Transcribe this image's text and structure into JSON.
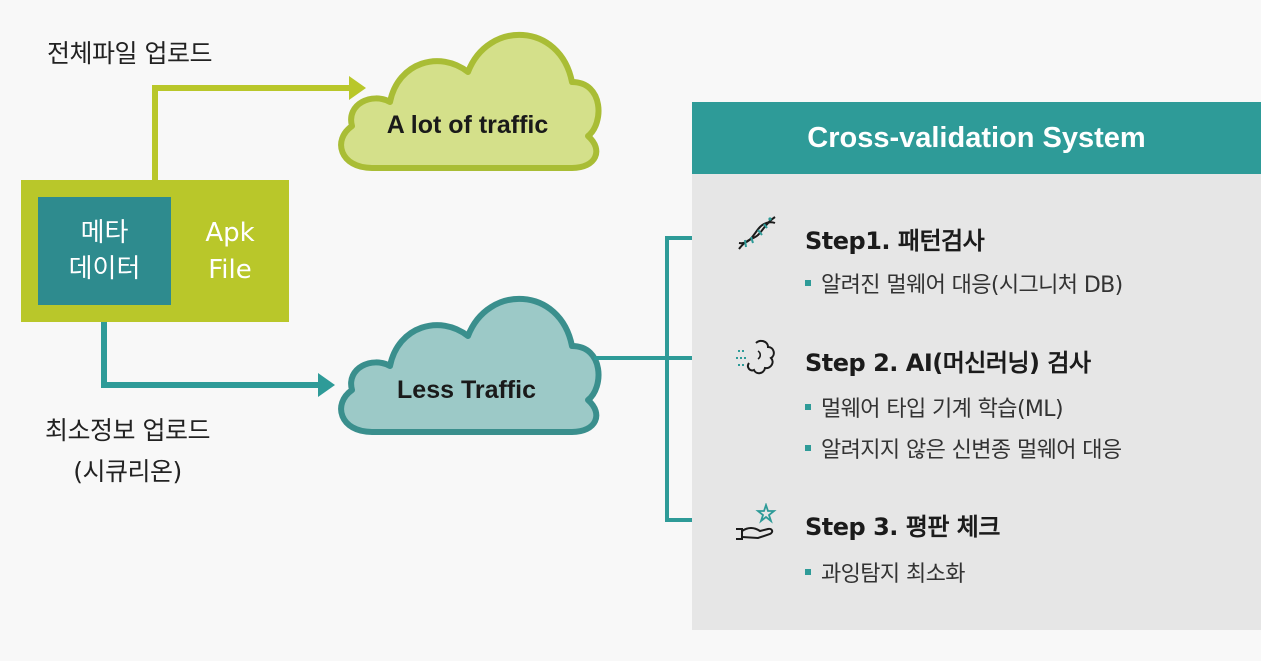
{
  "left": {
    "full_upload_label": "전체파일 업로드",
    "minimal_upload_label_line1": "최소정보 업로드",
    "minimal_upload_label_line2": "(시큐리온)",
    "meta_line1": "메타",
    "meta_line2": "데이터",
    "apk_line1": "Apk",
    "apk_line2": "File"
  },
  "clouds": {
    "top_label": "A lot of traffic",
    "bottom_label": "Less Traffic"
  },
  "panel": {
    "title": "Cross-validation System",
    "steps": [
      {
        "title": "Step1. 패턴검사",
        "icon": "dna-icon",
        "bullets": [
          "알려진 멀웨어 대응(시그니처 DB)"
        ]
      },
      {
        "title": "Step 2. AI(머신러닝) 검사",
        "icon": "brain-icon",
        "bullets": [
          "멀웨어 타입 기계 학습(ML)",
          "알려지지 않은 신변종 멀웨어 대응"
        ]
      },
      {
        "title": "Step 3. 평판 체크",
        "icon": "hand-star-icon",
        "bullets": [
          "과잉탐지 최소화"
        ]
      }
    ]
  },
  "colors": {
    "teal": "#2e9b98",
    "olive": "#b9c72a",
    "cloud_green_fill": "#d4e08a",
    "cloud_green_stroke": "#a9bd35",
    "cloud_teal_fill": "#9cc9c7",
    "cloud_teal_stroke": "#3a8f8d",
    "panel_bg": "#e6e6e6"
  }
}
